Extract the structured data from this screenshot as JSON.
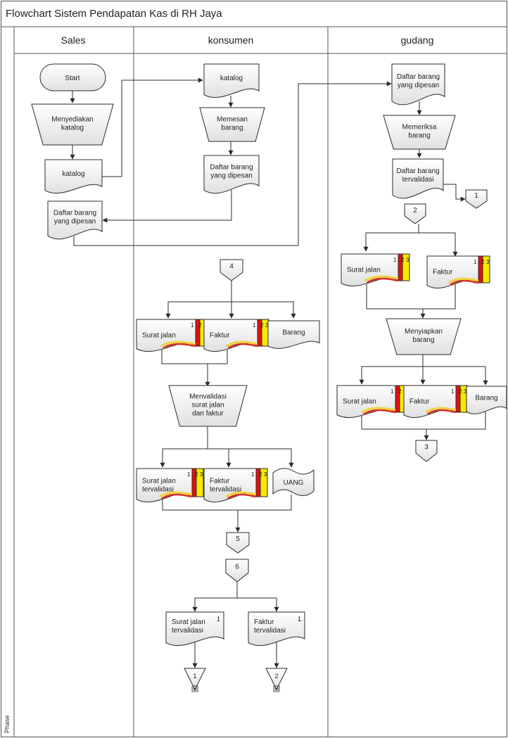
{
  "title": "Flowchart Sistem Pendapatan Kas di RH Jaya",
  "phase_label": "Phase",
  "lanes": [
    "Sales",
    "konsumen",
    "gudang"
  ],
  "colors": {
    "line": "#2b2b2b",
    "shape_fill_top": "#ffffff",
    "shape_fill_bottom": "#e2e2e2",
    "copy_red": "#e01010",
    "copy_yellow": "#f5ea00",
    "wave_red": "#d4312a",
    "wave_yellow": "#f2d33a"
  },
  "sales": {
    "start": "Start",
    "menyediakan": [
      "Menyediakan",
      "katalog"
    ],
    "katalog": "katalog",
    "daftar": [
      "Daftar barang",
      "yang dipesan"
    ]
  },
  "konsumen": {
    "katalog": "katalog",
    "memesan": [
      "Memesan",
      "barang"
    ],
    "daftar": [
      "Daftar barang",
      "yang dipesan"
    ],
    "conn4": "4",
    "surat_jalan": "Surat jalan",
    "faktur": "Faktur",
    "barang": "Barang",
    "menvalidasi": [
      "Menvalidasi",
      "surat jalan",
      "dan faktur"
    ],
    "surat_jalan_val": [
      "Surat jalan",
      "tervalidasi"
    ],
    "faktur_val": [
      "Faktur",
      "tervalidasi"
    ],
    "uang": "UANG",
    "conn5": "5",
    "conn6": "6",
    "surat_jalan_val2": [
      "Surat jalan",
      "tervalidasi"
    ],
    "faktur_val2": [
      "Faktur",
      "tervalidasi"
    ],
    "file1": "1",
    "file2": "2",
    "file_mark": "M",
    "copy_num_1": "1",
    "copy_num_1b": "1."
  },
  "gudang": {
    "daftar": [
      "Daftar barang",
      "yang dipesan"
    ],
    "memeriksa": [
      "Memeriksa",
      "barang"
    ],
    "daftar_val": [
      "Daftar barang",
      "tervalidasi"
    ],
    "conn1": "1",
    "conn2": "2",
    "surat_jalan": "Surat jalan",
    "faktur": "Faktur",
    "menyiapkan": [
      "Menyiapkan",
      "barang"
    ],
    "surat_jalan2": "Surat jalan",
    "faktur2": "Faktur",
    "barang": "Barang",
    "conn3": "3"
  },
  "copies": [
    "1",
    "2",
    "3"
  ]
}
